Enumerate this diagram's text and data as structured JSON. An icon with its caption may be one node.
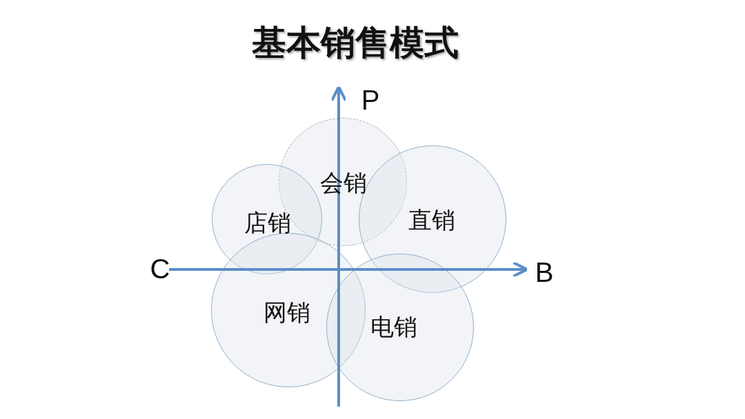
{
  "diagram": {
    "title": "基本销售模式",
    "nodes": [
      {
        "text": [
          "会销"
        ]
      },
      {
        "text": [
          "店销"
        ]
      },
      {
        "text": [
          "直销"
        ]
      },
      {
        "text": [
          "网销"
        ]
      },
      {
        "text": [
          "电销"
        ]
      }
    ],
    "edges": [],
    "labels": [
      "P",
      "C",
      "B"
    ]
  }
}
